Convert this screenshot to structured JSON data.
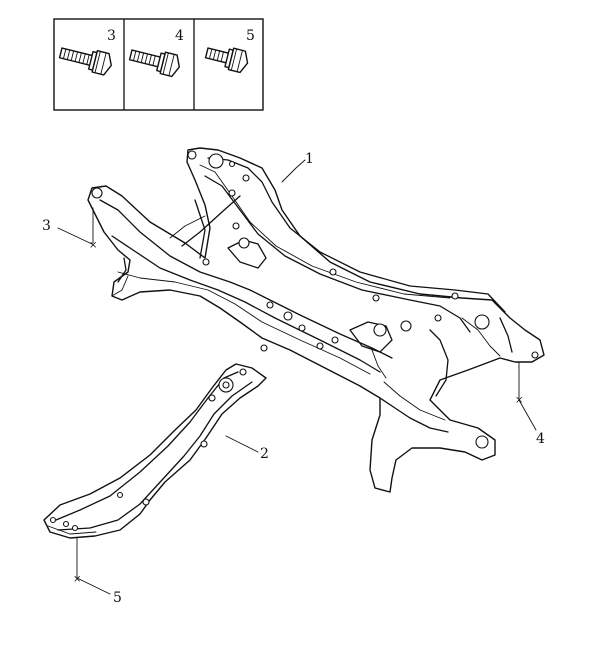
{
  "callouts": {
    "c1": "1",
    "c2": "2",
    "c3": "3",
    "c4": "4",
    "c5": "5"
  },
  "legend": {
    "cell_3": "3",
    "cell_4": "4",
    "cell_5": "5"
  },
  "icons": [
    "bolt-icon",
    "bolt-icon",
    "bolt-icon"
  ]
}
